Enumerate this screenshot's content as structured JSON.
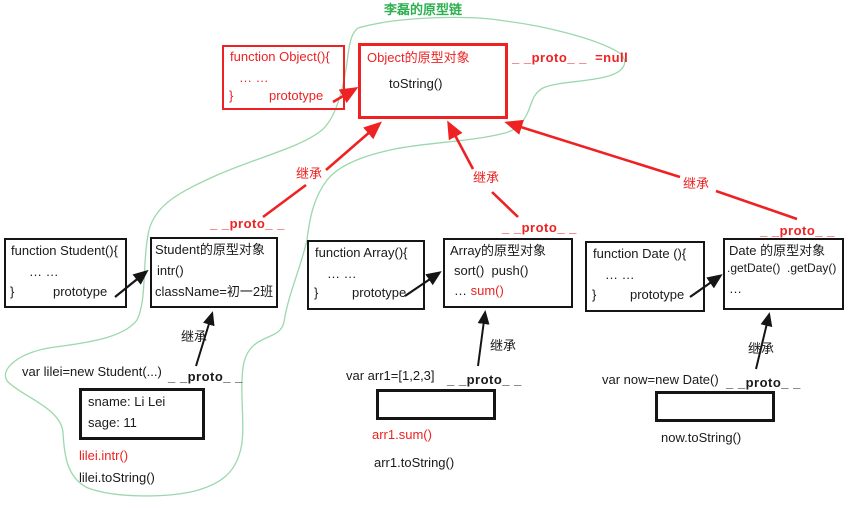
{
  "title": "李磊的原型链",
  "labels": {
    "inherit": "继承",
    "proto": "_ _proto_ _",
    "proto_null": "_ _proto_ _  =null"
  },
  "colors": {
    "red": "#ee2222",
    "title_green": "#2eb050",
    "curve_green": "#9bd8ab",
    "ink": "#1a1a1a"
  },
  "object_chain": {
    "fn_box": {
      "line1": "function Object(){",
      "line2": "… …",
      "brace": "}",
      "prototype": "prototype"
    },
    "proto_box": {
      "title": "Object的原型对象",
      "method": "toString()"
    }
  },
  "student_chain": {
    "fn_box": {
      "line1": "function Student(){",
      "line2": "… …",
      "brace": "}",
      "prototype": "prototype"
    },
    "proto_box": {
      "title": "Student的原型对象",
      "line1": "intr()",
      "line2": "className=初一2班"
    },
    "var_decl": "var lilei=new Student(...)",
    "instance_box": {
      "line1": "sname: Li Lei",
      "line2": "sage: 11"
    },
    "call_red": "lilei.intr()",
    "call_black": "lilei.toString()"
  },
  "array_chain": {
    "fn_box": {
      "line1": "function Array(){",
      "line2": "… …",
      "brace": "}",
      "prototype": "prototype"
    },
    "proto_box": {
      "title": "Array的原型对象",
      "line1": "sort()  push()",
      "ellipsis": "… ",
      "sum": "sum()"
    },
    "var_decl": "var arr1=[1,2,3]",
    "call_red": "arr1.sum()",
    "call_black": "arr1.toString()"
  },
  "date_chain": {
    "fn_box": {
      "line1": "function Date (){",
      "line2": "… …",
      "brace": "}",
      "prototype": "prototype"
    },
    "proto_box": {
      "title": "Date 的原型对象",
      "line1": ".getDate()  .getDay()",
      "line2": "…"
    },
    "var_decl": "var now=new Date()",
    "call_black": "now.toString()"
  }
}
